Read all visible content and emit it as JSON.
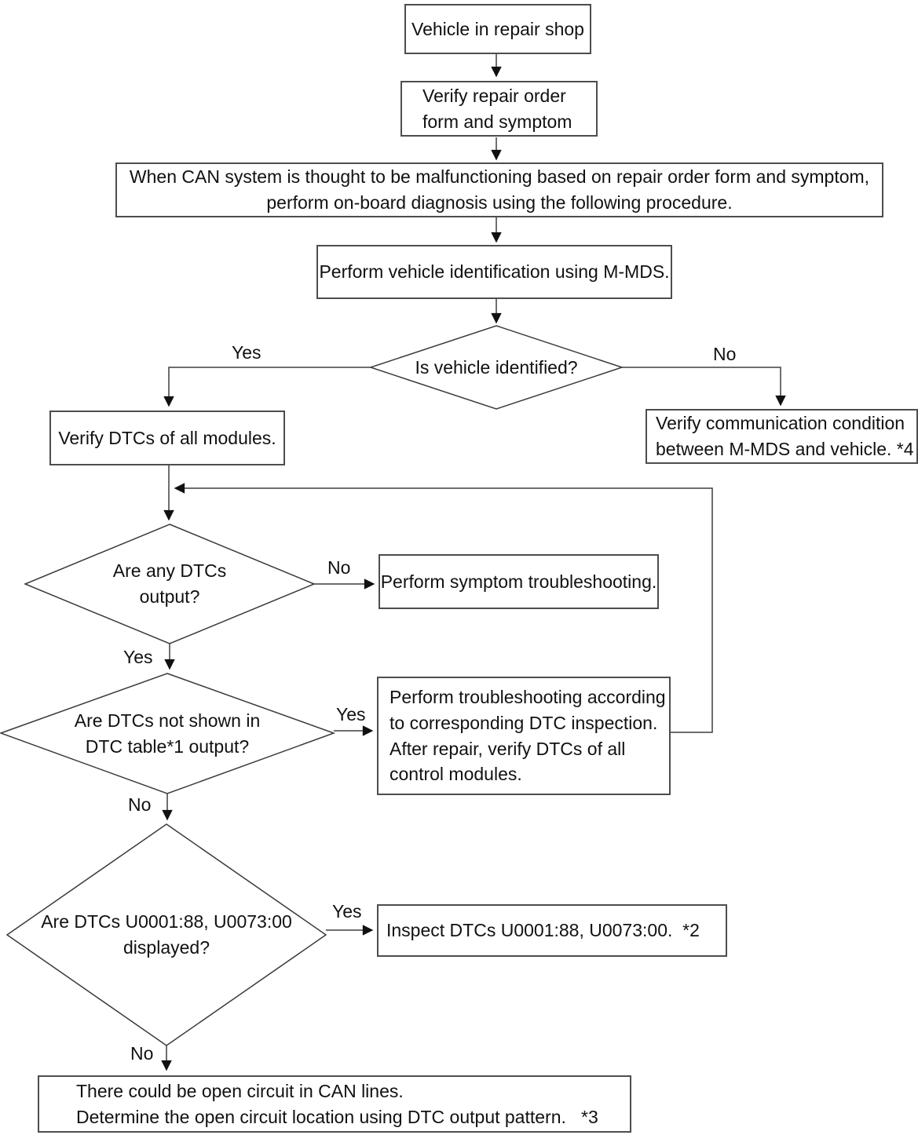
{
  "flowchart": {
    "nodes": {
      "start": "Vehicle in repair shop",
      "verify_repair_order": "Verify repair order\nform and symptom",
      "can_malfunction_note": "When CAN system is thought to be malfunctioning based on repair order form and symptom,\nperform on-board diagnosis using the following procedure.",
      "vehicle_identification": "Perform vehicle identification using M-MDS.",
      "is_vehicle_identified": "Is vehicle identified?",
      "verify_dtcs": "Verify DTCs of all modules.",
      "verify_communication": "Verify communication condition\nbetween M-MDS and vehicle. *4",
      "any_dtcs_output": "Are any DTCs\noutput?",
      "symptom_troubleshooting": "Perform symptom troubleshooting.",
      "dtcs_not_in_table": "Are DTCs not shown in\nDTC table*1 output?",
      "dtc_inspection": "Perform troubleshooting according\nto corresponding DTC inspection.\nAfter repair, verify DTCs of all\ncontrol modules.",
      "dtcs_u0001_u0073_displayed": "Are DTCs U0001:88, U0073:00\ndisplayed?",
      "inspect_dtcs": "Inspect DTCs U0001:88, U0073:00.  *2",
      "open_circuit": "There could be open circuit in CAN lines.\nDetermine the open circuit location using DTC output pattern.   *3"
    },
    "branch_labels": {
      "d1_yes": "Yes",
      "d1_no": "No",
      "d2_no": "No",
      "d2_yes": "Yes",
      "d3_yes": "Yes",
      "d3_no": "No",
      "d4_yes": "Yes",
      "d4_no": "No"
    },
    "colors": {
      "line": "#3f3f3f",
      "arrowhead": "#111111",
      "box_border": "#4d4d4d",
      "background": "#ffffff"
    }
  }
}
